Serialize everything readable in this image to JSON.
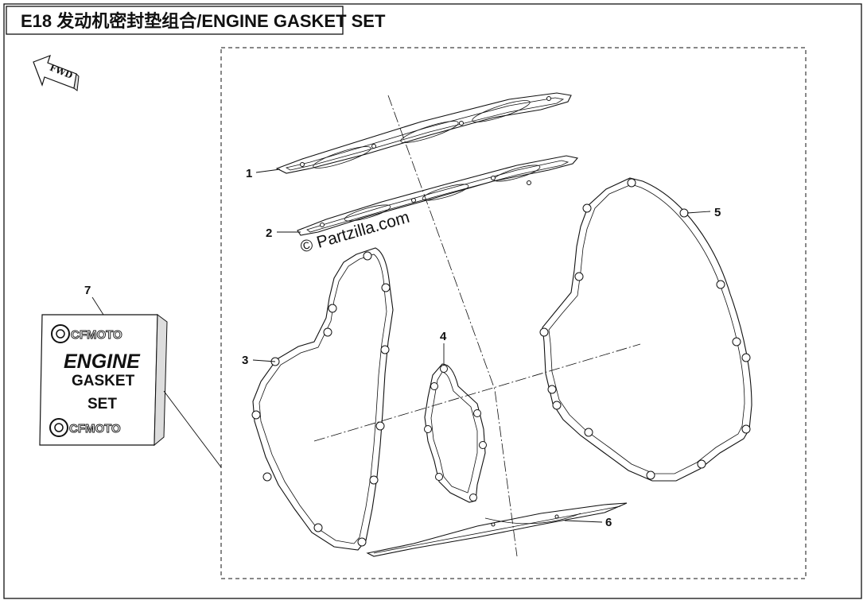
{
  "title": "E18 发动机密封垫组合/ENGINE GASKET SET",
  "fwd_label": "FWD",
  "watermark": "© Partzilla.com",
  "parts": [
    {
      "ref": "1"
    },
    {
      "ref": "2"
    },
    {
      "ref": "3"
    },
    {
      "ref": "4"
    },
    {
      "ref": "5"
    },
    {
      "ref": "6"
    },
    {
      "ref": "7"
    }
  ],
  "package": {
    "brand_top": "CFMOTO",
    "line1": "ENGINE",
    "line2": "GASKET",
    "line3": "SET",
    "brand_bottom": "CFMOTO"
  }
}
